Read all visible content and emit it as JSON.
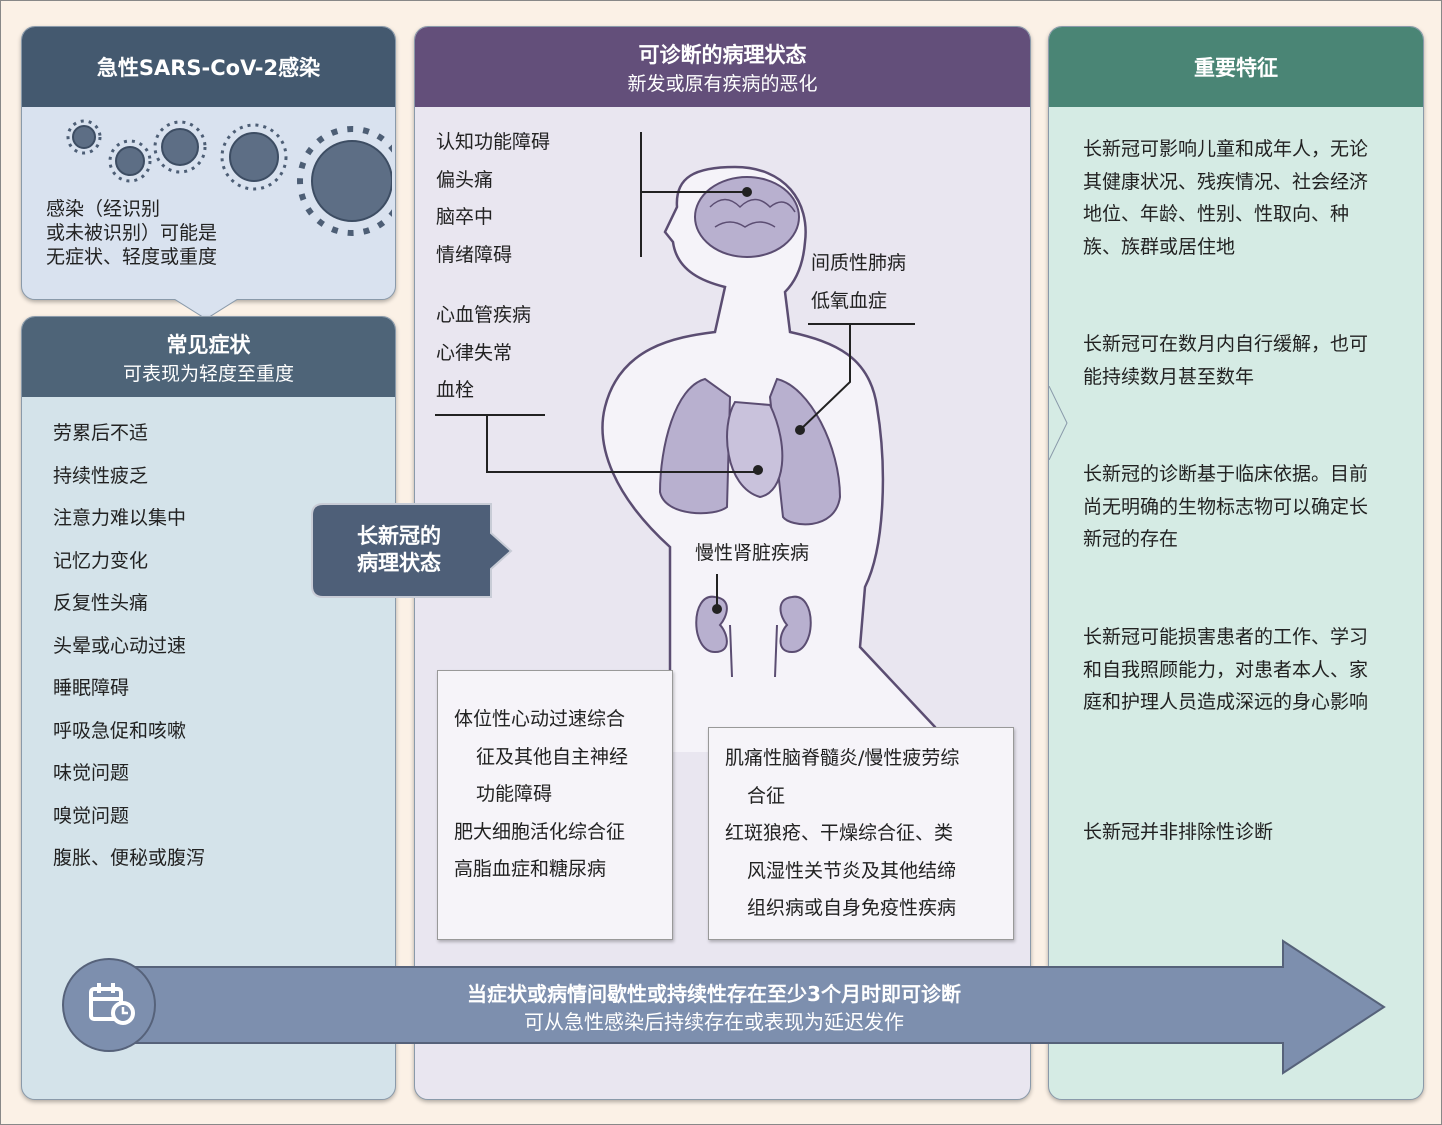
{
  "acute": {
    "title": "急性SARS-CoV-2感染",
    "text": [
      "感染（经识别",
      "或未被识别）可能是",
      "无症状、轻度或重度"
    ]
  },
  "symptoms": {
    "title": "常见症状",
    "subtitle": "可表现为轻度至重度",
    "items": [
      "劳累后不适",
      "持续性疲乏",
      "注意力难以集中",
      "记忆力变化",
      "反复性头痛",
      "头晕或心动过速",
      "睡眠障碍",
      "呼吸急促和咳嗽",
      "味觉问题",
      "嗅觉问题",
      "腹胀、便秘或腹泻"
    ]
  },
  "badge": {
    "line1": "长新冠的",
    "line2": "病理状态"
  },
  "diagnosable": {
    "title": "可诊断的病理状态",
    "subtitle": "新发或原有疾病的恶化",
    "brain": [
      "认知功能障碍",
      "偏头痛",
      "脑卒中",
      "情绪障碍"
    ],
    "heart": [
      "心血管疾病",
      "心律失常",
      "血栓"
    ],
    "lung": [
      "间质性肺病",
      "低氧血症"
    ],
    "kidney": "慢性肾脏疾病",
    "box1": [
      "体位性心动过速综合",
      "征及其他自主神经",
      "功能障碍",
      "肥大细胞活化综合征",
      "高脂血症和糖尿病"
    ],
    "box2": [
      "肌痛性脑脊髓炎/慢性疲劳综",
      "合征",
      "红斑狼疮、干燥综合征、类",
      "风湿性关节炎及其他结缔",
      "组织病或自身免疫性疾病"
    ]
  },
  "features": {
    "title": "重要特征",
    "items": [
      "长新冠可影响儿童和成年人，无论其健康状况、残疾情况、社会经济地位、年龄、性别、性取向、种族、族群或居住地",
      "长新冠可在数月内自行缓解，也可能持续数月甚至数年",
      "长新冠的诊断基于临床依据。目前尚无明确的生物标志物可以确定长新冠的存在",
      "长新冠可能损害患者的工作、学习和自我照顾能力，对患者本人、家庭和护理人员造成深远的身心影响",
      "长新冠并非排除性诊断"
    ]
  },
  "banner": {
    "line1": "当症状或病情间歇性或持续性存在至少3个月时即可诊断",
    "line2": "可从急性感染后持续存在或表现为延迟发作",
    "icon": "calendar-clock-icon"
  },
  "colors": {
    "acute": "#44596f",
    "symptoms": "#4e6478",
    "diag": "#634f7a",
    "features": "#4a8575",
    "banner": "#7d8fae"
  }
}
